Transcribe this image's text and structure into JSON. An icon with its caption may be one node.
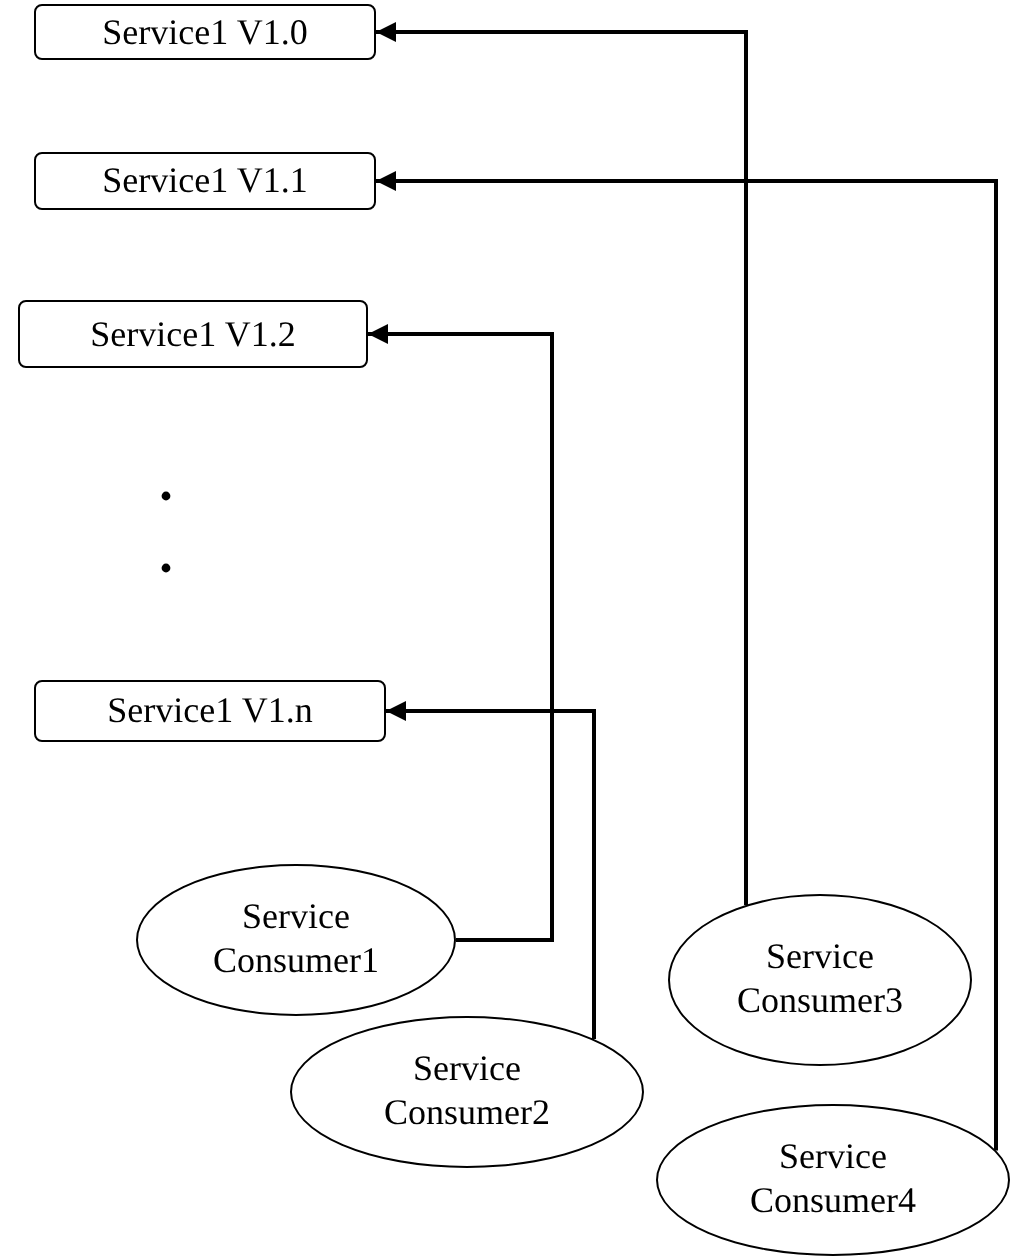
{
  "diagram": {
    "nodes": [
      {
        "text": [
          "Service1 V1.0"
        ]
      },
      {
        "text": [
          "Service1 V1.1"
        ]
      },
      {
        "text": [
          "Service1 V1.2"
        ]
      },
      {
        "text": [
          "Service1 V1.n"
        ]
      },
      {
        "text": [
          "Service Consumer1"
        ]
      },
      {
        "text": [
          "Service Consumer2"
        ]
      },
      {
        "text": [
          "Service Consumer3"
        ]
      },
      {
        "text": [
          "Service Consumer4"
        ]
      }
    ],
    "edges": [
      {
        "from": 6,
        "to": 0,
        "arrow": "to"
      },
      {
        "from": 7,
        "to": 1,
        "arrow": "to"
      },
      {
        "from": 4,
        "to": 2,
        "arrow": "to"
      },
      {
        "from": 5,
        "to": 3,
        "arrow": "to"
      }
    ]
  }
}
